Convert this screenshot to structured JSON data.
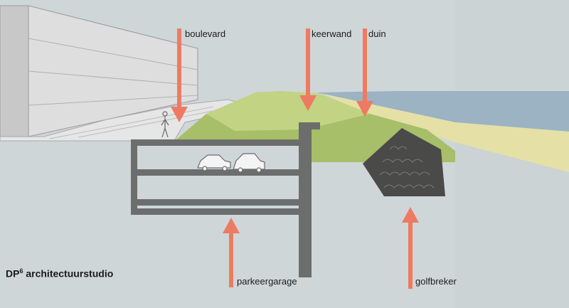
{
  "labels": {
    "boulevard": "boulevard",
    "keerwand": "keerwand",
    "duin": "duin",
    "parkeergarage": "parkeergarage",
    "golfbreker": "golfbreker"
  },
  "credit": {
    "prefix": "DP",
    "superscript": "6",
    "name": "architectuurstudio"
  },
  "colors": {
    "background": "#cfd6d8",
    "building": "#dcdcdc",
    "dune_green": "#a7bf68",
    "dune_top": "#c2d383",
    "beach": "#e5e0a6",
    "sea": "#9bb3c3",
    "garage": "#6b6e6c",
    "rocks": "#4a4a48",
    "arrow": "#ee7a63"
  }
}
